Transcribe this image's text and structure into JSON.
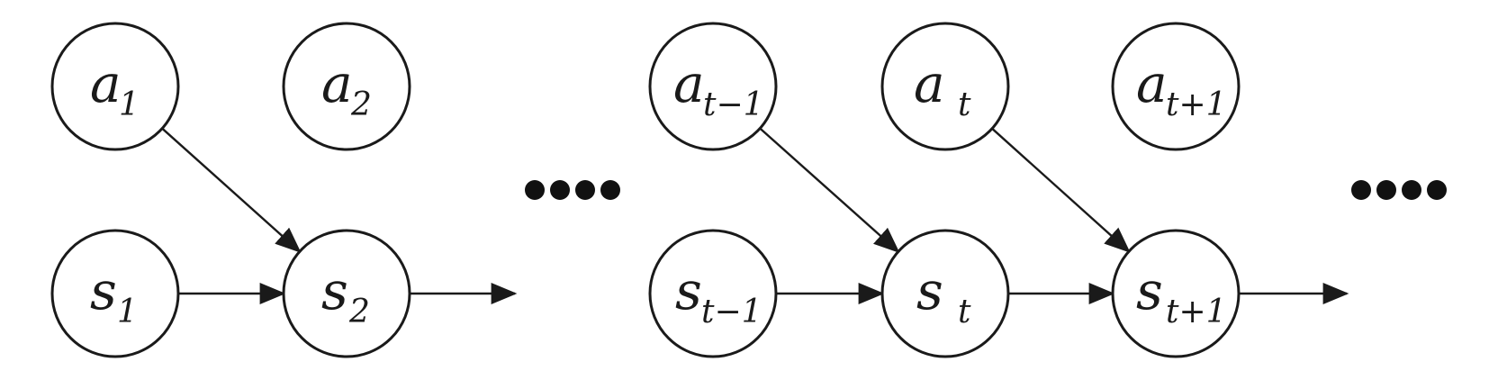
{
  "diagram": {
    "nodes": [
      {
        "id": "a1",
        "var": "a",
        "sub": "1"
      },
      {
        "id": "a2",
        "var": "a",
        "sub": "2"
      },
      {
        "id": "at-1",
        "var": "a",
        "sub": "t−1"
      },
      {
        "id": "at",
        "var": "a",
        "sub": "t"
      },
      {
        "id": "at+1",
        "var": "a",
        "sub": "t+1"
      },
      {
        "id": "s1",
        "var": "s",
        "sub": "1"
      },
      {
        "id": "s2",
        "var": "s",
        "sub": "2"
      },
      {
        "id": "st-1",
        "var": "s",
        "sub": "t−1"
      },
      {
        "id": "st",
        "var": "s",
        "sub": "t"
      },
      {
        "id": "st+1",
        "var": "s",
        "sub": "t+1"
      }
    ],
    "edges": [
      {
        "from": "a1",
        "to": "s2"
      },
      {
        "from": "s1",
        "to": "s2"
      },
      {
        "from": "s2",
        "to": "out-1"
      },
      {
        "from": "at-1",
        "to": "st"
      },
      {
        "from": "st-1",
        "to": "st"
      },
      {
        "from": "at",
        "to": "st+1"
      },
      {
        "from": "st",
        "to": "st+1"
      },
      {
        "from": "st+1",
        "to": "out-2"
      }
    ],
    "ellipses": [
      "ellipsis-1",
      "ellipsis-2"
    ],
    "colors": {
      "stroke": "#1a1a1a",
      "fill": "#ffffff",
      "dots": "#111111"
    }
  }
}
